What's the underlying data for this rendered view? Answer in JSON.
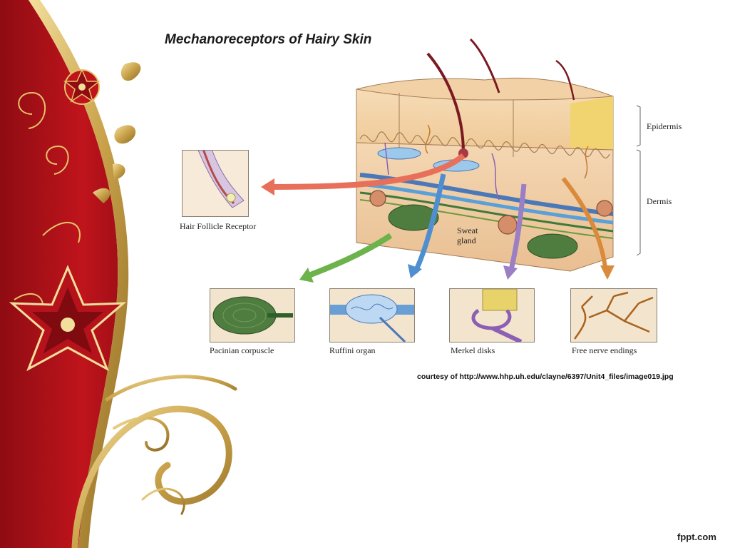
{
  "slide": {
    "title": "Mechanoreceptors of Hairy Skin",
    "credit": "courtesy of http://www.hhp.uh.edu/clayne/6397/Unit4_files/image019.jpg",
    "footer_brand": "fppt.com"
  },
  "diagram": {
    "layer_labels": {
      "epidermis": "Epidermis",
      "dermis": "Dermis"
    },
    "sweat_gland_label": [
      "Sweat",
      "gland"
    ],
    "receptors": {
      "hair_follicle": "Hair Follicle Receptor",
      "pacinian": "Pacinian corpuscle",
      "ruffini": "Ruffini organ",
      "merkel": "Merkel disks",
      "free_nerve": "Free nerve endings"
    }
  },
  "colors": {
    "template_red": "#b5121b",
    "template_gold": "#c9a24a",
    "arrow_hair": "#e8705a",
    "arrow_pacinian": "#6bb34a",
    "arrow_ruffini": "#4f8fd0",
    "arrow_merkel": "#9b7fc4",
    "arrow_free": "#d98a3a"
  }
}
